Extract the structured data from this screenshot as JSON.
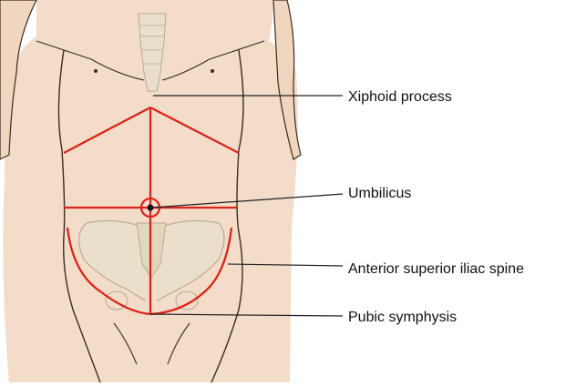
{
  "labels": {
    "xiphoid": "Xiphoid process",
    "umbilicus": "Umbilicus",
    "asis": "Anterior superior iliac spine",
    "pubic": "Pubic symphysis"
  },
  "colors": {
    "skin": "#f3dcc8",
    "skin_outline": "#3a2b24",
    "bone": "#eadfca",
    "bone_outline": "#b8aa92",
    "red_lines": "#d9261c",
    "leader_lines": "#222222"
  }
}
